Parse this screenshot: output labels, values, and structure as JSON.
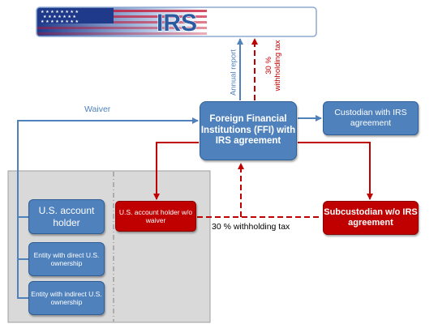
{
  "banner": {
    "title": "IRS"
  },
  "boxes": {
    "ffi": "Foreign Financial Institutions (FFI) with IRS agreement",
    "custodian": "Custodian with IRS agreement",
    "subcustodian": "Subcustodian w/o IRS agreement",
    "holder_waiver": "U.S. account holder w/o waiver",
    "holder": "U.S. account holder",
    "entity_direct": "Entity with direct U.S. ownership",
    "entity_indirect": "Entity with indirect U.S. ownership"
  },
  "labels": {
    "waiver": "Waiver",
    "annual_report": "Annual report",
    "withholding_up_1": "30 %",
    "withholding_up_2": "withholding  tax",
    "withholding_line": "30 % withholding tax"
  },
  "colors": {
    "blue": "#4f81bd",
    "red": "#c00000",
    "panel": "#d9d9d9"
  }
}
